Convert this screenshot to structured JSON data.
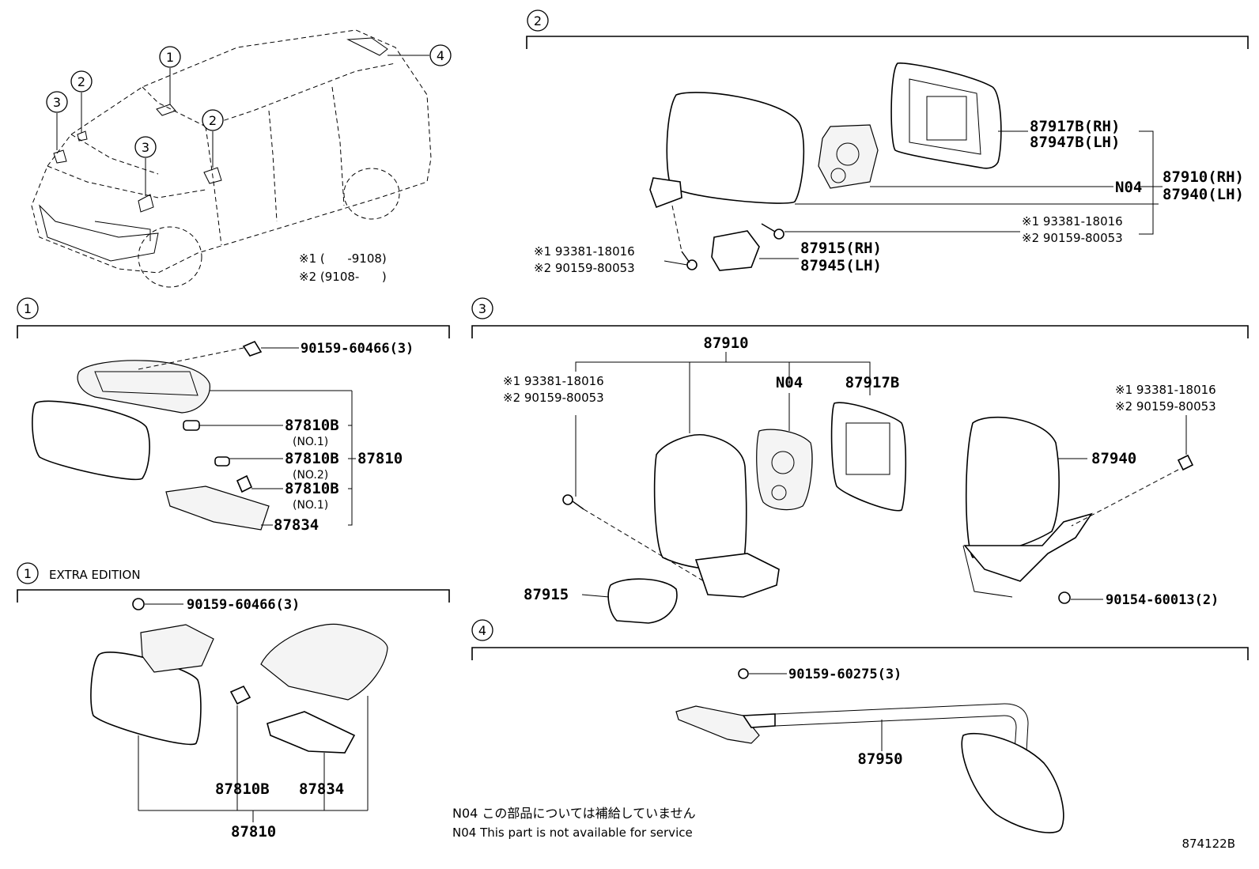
{
  "section_markers": {
    "s1": "1",
    "s2": "2",
    "s3": "3",
    "s4": "4",
    "s1_extra": "1"
  },
  "overview": {
    "callouts": [
      "1",
      "2",
      "3",
      "2",
      "3",
      "4"
    ],
    "note1": "※1 (      -9108)",
    "note2": "※2 (9108-      )"
  },
  "section1": {
    "bolt": "90159-60466(3)",
    "bulb1": "87810B",
    "bulb1_note": "(NO.1)",
    "bulb2": "87810B",
    "bulb2_note": "(NO.2)",
    "bulb3": "87810B",
    "bulb3_note": "(NO.1)",
    "cover": "87834",
    "assy": "87810"
  },
  "section1_extra": {
    "title": "EXTRA EDITION",
    "bolt": "90159-60466(3)",
    "bulb": "87810B",
    "cover": "87834",
    "assy": "87810"
  },
  "section2": {
    "glass_rh": "87917B(RH)",
    "glass_lh": "87947B(LH)",
    "motor": "N04",
    "assy_rh": "87910(RH)",
    "assy_lh": "87940(LH)",
    "screw_right_1": "※1 93381-18016",
    "screw_right_2": "※2 90159-80053",
    "screw_left_1": "※1 93381-18016",
    "screw_left_2": "※2 90159-80053",
    "cover_rh": "87915(RH)",
    "cover_lh": "87945(LH)"
  },
  "section3": {
    "assy_left": "87910",
    "motor": "N04",
    "glass": "87917B",
    "screw_left_1": "※1 93381-18016",
    "screw_left_2": "※2 90159-80053",
    "screw_right_1": "※1 93381-18016",
    "screw_right_2": "※2 90159-80053",
    "assy_right": "87940",
    "cover": "87915",
    "bolt": "90154-60013(2)"
  },
  "section4": {
    "bolt": "90159-60275(3)",
    "mirror": "87950"
  },
  "footer": {
    "note_jp": "N04 この部品については補給していません",
    "note_en": "N04 This part is not available for service",
    "code": "874122B"
  }
}
